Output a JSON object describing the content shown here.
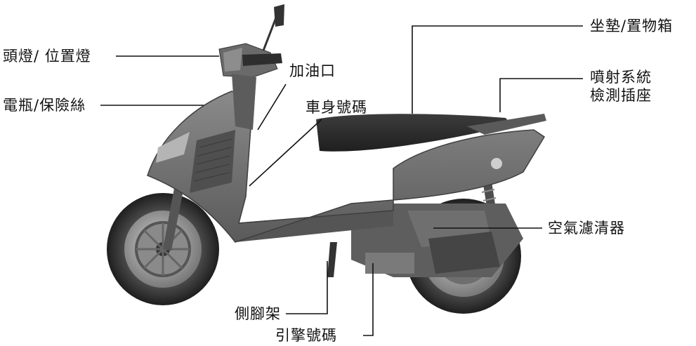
{
  "labels": {
    "headlight": "頭燈/ 位置燈",
    "battery": "電瓶/保險絲",
    "fuel_cap": "加油口",
    "frame_number": "車身號碼",
    "seat": "坐墊/置物箱",
    "injection_line1": "噴射系統",
    "injection_line2": "檢測插座",
    "air_filter": "空氣濾清器",
    "side_stand": "側腳架",
    "engine_number": "引擎號碼"
  },
  "colors": {
    "ink": "#111111",
    "body": "#6b6b6b",
    "body_dark": "#4a4a4a",
    "body_light": "#8d8d8d",
    "seat": "#2f2f2f",
    "tire": "#2a2a2a",
    "rim": "#9a9a9a"
  }
}
